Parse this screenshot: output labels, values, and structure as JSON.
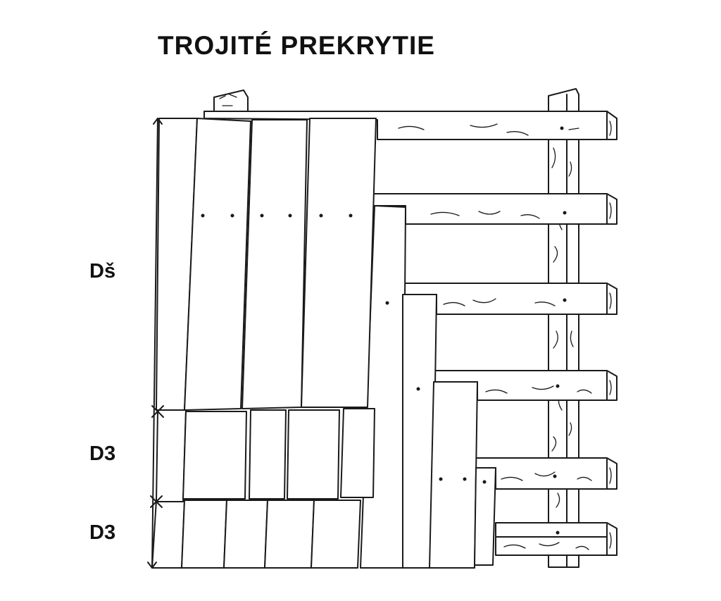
{
  "title": "TROJITÉ PREKRYTIE",
  "dimensions": {
    "ds": "Dš",
    "d3_upper": "D3",
    "d3_lower": "D3"
  }
}
